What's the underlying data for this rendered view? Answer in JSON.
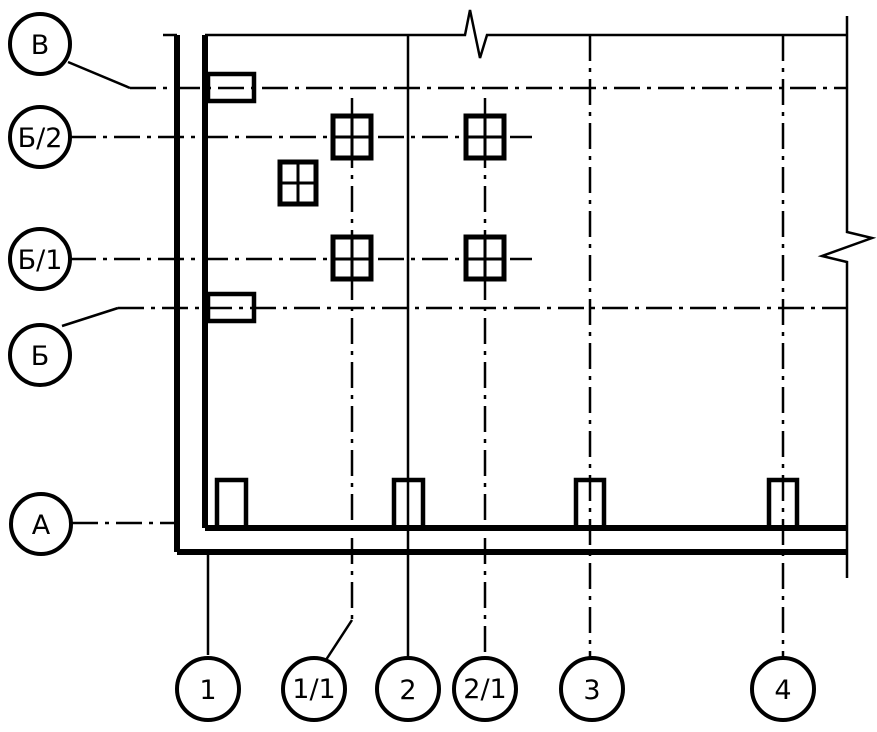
{
  "colors": {
    "line": "#000000",
    "background": "#ffffff"
  },
  "grid_axes": {
    "horizontal": [
      {
        "id": "axis-v",
        "label": "В"
      },
      {
        "id": "axis-b2",
        "label": "Б/2"
      },
      {
        "id": "axis-b1",
        "label": "Б/1"
      },
      {
        "id": "axis-b",
        "label": "Б"
      },
      {
        "id": "axis-a",
        "label": "А"
      }
    ],
    "vertical": [
      {
        "id": "axis-1",
        "label": "1"
      },
      {
        "id": "axis-1-1",
        "label": "1/1"
      },
      {
        "id": "axis-2",
        "label": "2"
      },
      {
        "id": "axis-2-1",
        "label": "2/1"
      },
      {
        "id": "axis-3",
        "label": "3"
      },
      {
        "id": "axis-4",
        "label": "4"
      }
    ]
  }
}
